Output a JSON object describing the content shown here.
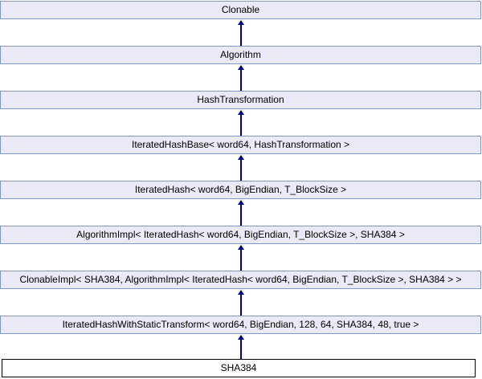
{
  "diagram": {
    "type": "class-inheritance",
    "orientation": "vertical-top-down",
    "colors": {
      "node_fill": "#E8EBF5",
      "node_border": "#8495C2",
      "arrow": "#00008B",
      "current_fill": "#FFFFFF",
      "current_border": "#000000",
      "text": "#000000"
    },
    "nodes": [
      {
        "label": "Clonable",
        "role": "base"
      },
      {
        "label": "Algorithm",
        "role": "base"
      },
      {
        "label": "HashTransformation",
        "role": "base"
      },
      {
        "label": "IteratedHashBase< word64, HashTransformation >",
        "role": "base"
      },
      {
        "label": "IteratedHash< word64, BigEndian, T_BlockSize >",
        "role": "base"
      },
      {
        "label": "AlgorithmImpl< IteratedHash< word64, BigEndian, T_BlockSize >, SHA384 >",
        "role": "base"
      },
      {
        "label": "ClonableImpl< SHA384, AlgorithmImpl< IteratedHash< word64, BigEndian, T_BlockSize >, SHA384 > >",
        "role": "base"
      },
      {
        "label": "IteratedHashWithStaticTransform< word64, BigEndian, 128, 64, SHA384, 48, true >",
        "role": "base"
      },
      {
        "label": "SHA384",
        "role": "target"
      }
    ]
  }
}
